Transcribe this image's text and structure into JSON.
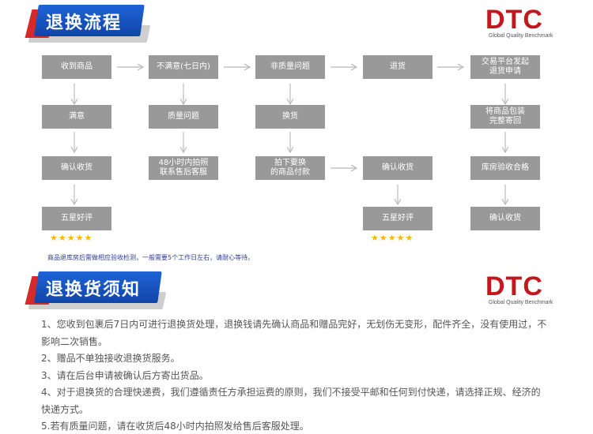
{
  "section1": {
    "title": "退换流程"
  },
  "section2": {
    "title": "退换货须知"
  },
  "logo": {
    "brand": "DTC",
    "tagline": "Global Quality Benchmark"
  },
  "flow": {
    "col1": [
      "收到商品",
      "满意",
      "确认收货",
      "五星好评"
    ],
    "col2": [
      "不满意(七日内)",
      "质量问题",
      "48小时内拍照\n联系售后客服"
    ],
    "col3": [
      "非质量问题",
      "换货",
      "拍下要换\n的商品付款"
    ],
    "col4": [
      "退货",
      "确认收货",
      "五星好评"
    ],
    "col5": [
      "交易平台发起\n退货申请",
      "将商品包装\n完整寄回",
      "库房验收合格",
      "确认收货"
    ]
  },
  "stars_glyph": "★★★★★",
  "flow_note": "商品退库房后需做相应验收检测，一般需要5个工作日左右，请耐心等待。",
  "notice": [
    "1、您收到包裹后7日内可进行退换货处理，退换钱请先确认商品和赠品完好，无划伤无变形，配件齐全，没有使用过，不影响二次销售。",
    "2、赠品不单独接收退换货服务。",
    "3、请在后台申请被确认后方寄出货品。",
    "4、对于退换货的合理快递费，我们遵循责任方承担运费的原则，我们不接受平邮和任何到付快递，请选择正规、经济的快递方式。",
    "5.若有质量问题，请在收货后48小时内拍照发给售后客服处理。"
  ],
  "colors": {
    "box": "#999999",
    "banner_blue": "#1a55c4",
    "banner_red": "#d42a2a",
    "logo_red": "#c4171d",
    "star": "#f5b800",
    "note": "#2a3f8f"
  }
}
